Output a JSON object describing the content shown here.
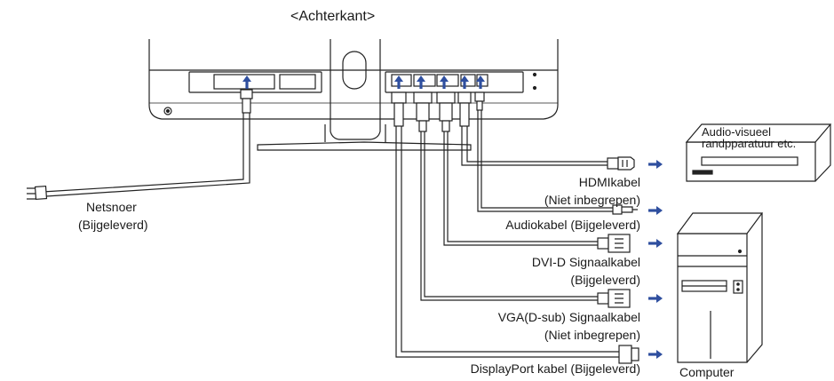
{
  "title": "<Achterkant>",
  "labels": {
    "power_cord": "Netsnoer",
    "power_cord_note": "(Bijgeleverd)",
    "hdmi": "HDMIkabel",
    "hdmi_note": "(Niet inbegrepen)",
    "audio": "Audiokabel (Bijgeleverd)",
    "dvi": "DVI-D Signaalkabel",
    "dvi_note": "(Bijgeleverd)",
    "vga": "VGA(D-sub) Signaalkabel",
    "vga_note": "(Niet inbegrepen)",
    "displayport": "DisplayPort kabel (Bijgeleverd)",
    "av_device_line1": "Audio-visueel",
    "av_device_line2": "randpparatuur etc.",
    "computer": "Computer"
  },
  "colors": {
    "line": "#222222",
    "arrow": "#2f4f9f"
  }
}
